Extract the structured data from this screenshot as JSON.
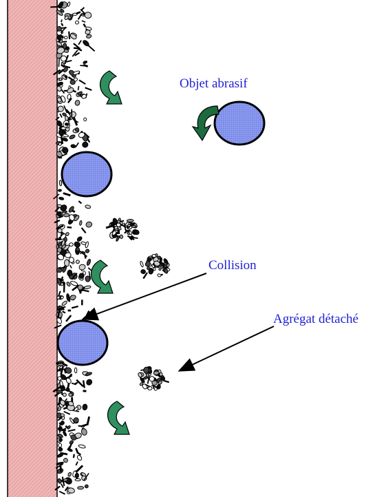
{
  "labels": {
    "abrasive_object": "Objet abrasif",
    "collision": "Collision",
    "detached_aggregate": "Agrégat détaché"
  },
  "colors": {
    "wall_fill": "#f0b6b6",
    "wall_hatch": "#d98c8c",
    "label_text": "#1f1fd6",
    "ball_fill": "#8f9df0",
    "arrow_green": "#2f8f5f",
    "arrow_green_dark": "#1c6b3e",
    "debris_dark": "#444444",
    "debris_mid": "#999999"
  },
  "icons": {
    "abrasive_ball": "blue-circle-grid",
    "rotation_arrow": "curved-green-arrow",
    "debris": "gray-black-particle-cluster"
  }
}
